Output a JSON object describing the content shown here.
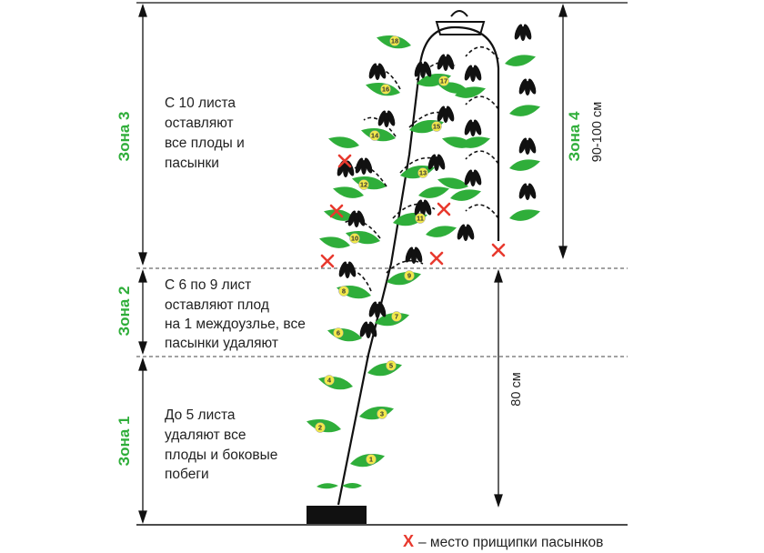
{
  "colors": {
    "leaf": "#2fae3a",
    "zone_title": "#2fae3a",
    "pinch_mark": "#e8392e",
    "fruit": "#111111",
    "line": "#111111",
    "number_badge": "#f2e94a"
  },
  "zones": [
    {
      "id": "zone3",
      "title": "Зона 3",
      "lines": [
        "С 10 листа",
        "оставляют",
        "все плоды и",
        "пасынки"
      ]
    },
    {
      "id": "zone2",
      "title": "Зона 2",
      "lines": [
        "С 6 по 9 лист",
        "оставляют плод",
        "на 1 междоузлье, все",
        "пасынки удаляют"
      ]
    },
    {
      "id": "zone1",
      "title": "Зона 1",
      "lines": [
        "До 5 листа",
        "удаляют все",
        "плоды и боковые",
        "побеги"
      ]
    }
  ],
  "zone4": {
    "title": "Зона 4",
    "measure": "90-100 см"
  },
  "measure_lower": "80 см",
  "leaf_numbers": [
    "1",
    "2",
    "3",
    "4",
    "5",
    "6",
    "7",
    "8",
    "9",
    "10",
    "11",
    "12",
    "13",
    "14",
    "15",
    "16",
    "17",
    "18"
  ],
  "legend": {
    "mark": "X",
    "text": "– место прищипки пасынков"
  }
}
